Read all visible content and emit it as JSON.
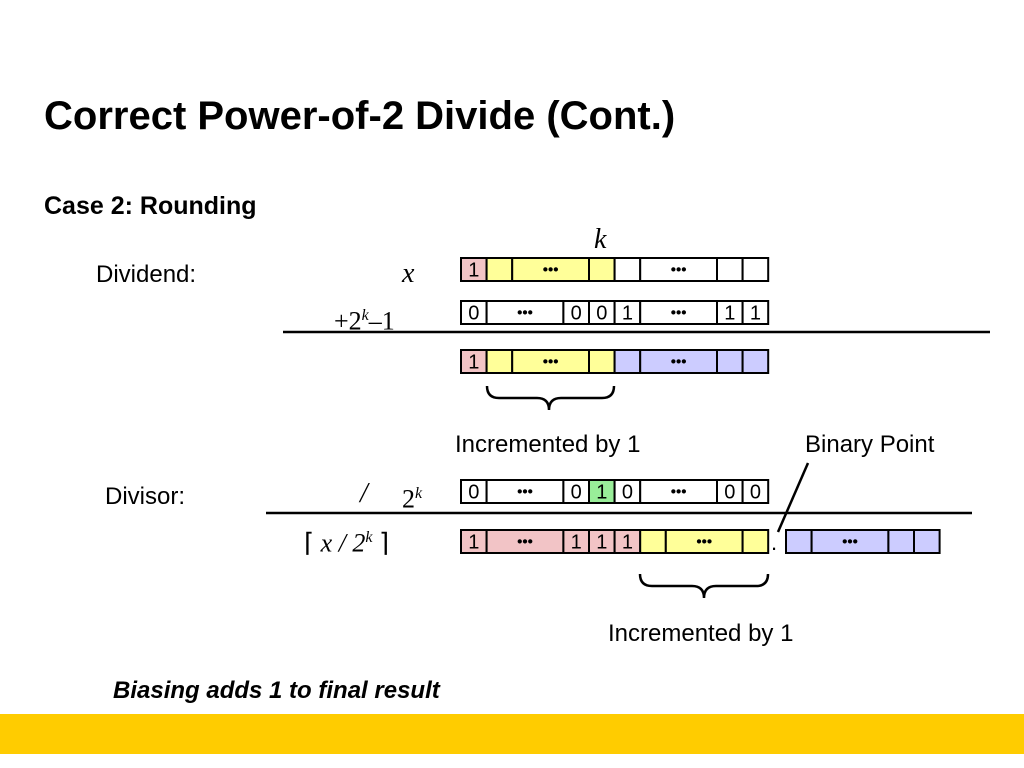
{
  "title": "Correct Power-of-2 Divide (Cont.)",
  "subtitle": "Case 2: Rounding",
  "labels": {
    "k": "k",
    "dividend": "Dividend:",
    "x": "x",
    "plus": "+2",
    "plus_sup": "k",
    "minus_one": "–1",
    "divisor": "Divisor:",
    "slash": "/",
    "two": "2",
    "two_sup": "k",
    "ceil_left": "⌈",
    "ceil_expr": "x / 2",
    "ceil_sup": "k",
    "ceil_right": "⌉",
    "incremented_1": "Incremented by 1",
    "binary_point": "Binary Point",
    "incremented_2": "Incremented by 1",
    "point": ".",
    "note": "Biasing adds 1 to final result"
  },
  "colors": {
    "red": "#f2c4c6",
    "yellow": "#ffff99",
    "blue": "#ccccff",
    "green": "#99ee99",
    "white": "#ffffff",
    "footer": "#ffcc00"
  },
  "rows": {
    "dividend_x": [
      {
        "t": "1",
        "c": "red",
        "w": 1
      },
      {
        "t": "",
        "c": "yellow",
        "w": 1
      },
      {
        "t": "•••",
        "c": "yellow",
        "w": 3
      },
      {
        "t": "",
        "c": "yellow",
        "w": 1
      },
      {
        "t": "",
        "c": "white",
        "w": 1
      },
      {
        "t": "•••",
        "c": "white",
        "w": 3
      },
      {
        "t": "",
        "c": "white",
        "w": 1
      },
      {
        "t": "",
        "c": "white",
        "w": 1
      }
    ],
    "dividend_bias": [
      {
        "t": "0",
        "c": "white",
        "w": 1
      },
      {
        "t": "•••",
        "c": "white",
        "w": 3
      },
      {
        "t": "0",
        "c": "white",
        "w": 1
      },
      {
        "t": "0",
        "c": "white",
        "w": 1
      },
      {
        "t": "1",
        "c": "white",
        "w": 1
      },
      {
        "t": "•••",
        "c": "white",
        "w": 3
      },
      {
        "t": "1",
        "c": "white",
        "w": 1
      },
      {
        "t": "1",
        "c": "white",
        "w": 1
      }
    ],
    "dividend_sum": [
      {
        "t": "1",
        "c": "red",
        "w": 1
      },
      {
        "t": "",
        "c": "yellow",
        "w": 1
      },
      {
        "t": "•••",
        "c": "yellow",
        "w": 3
      },
      {
        "t": "",
        "c": "yellow",
        "w": 1
      },
      {
        "t": "",
        "c": "blue",
        "w": 1
      },
      {
        "t": "•••",
        "c": "blue",
        "w": 3
      },
      {
        "t": "",
        "c": "blue",
        "w": 1
      },
      {
        "t": "",
        "c": "blue",
        "w": 1
      }
    ],
    "divisor": [
      {
        "t": "0",
        "c": "white",
        "w": 1
      },
      {
        "t": "•••",
        "c": "white",
        "w": 3
      },
      {
        "t": "0",
        "c": "white",
        "w": 1
      },
      {
        "t": "1",
        "c": "green",
        "w": 1
      },
      {
        "t": "0",
        "c": "white",
        "w": 1
      },
      {
        "t": "•••",
        "c": "white",
        "w": 3
      },
      {
        "t": "0",
        "c": "white",
        "w": 1
      },
      {
        "t": "0",
        "c": "white",
        "w": 1
      }
    ],
    "result_int": [
      {
        "t": "1",
        "c": "red",
        "w": 1
      },
      {
        "t": "•••",
        "c": "red",
        "w": 3
      },
      {
        "t": "1",
        "c": "red",
        "w": 1
      },
      {
        "t": "1",
        "c": "red",
        "w": 1
      },
      {
        "t": "1",
        "c": "red",
        "w": 1
      },
      {
        "t": "",
        "c": "yellow",
        "w": 1
      },
      {
        "t": "•••",
        "c": "yellow",
        "w": 3
      },
      {
        "t": "",
        "c": "yellow",
        "w": 1
      }
    ],
    "result_frac": [
      {
        "t": "",
        "c": "blue",
        "w": 1
      },
      {
        "t": "•••",
        "c": "blue",
        "w": 3
      },
      {
        "t": "",
        "c": "blue",
        "w": 1
      },
      {
        "t": "",
        "c": "blue",
        "w": 1
      }
    ]
  }
}
